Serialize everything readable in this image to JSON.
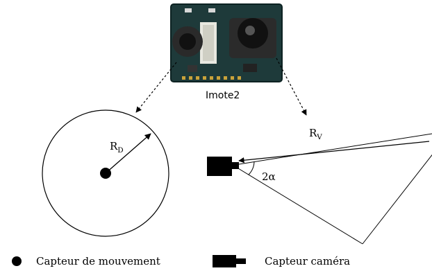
{
  "board": {
    "caption": "Imote2"
  },
  "motion_sensor": {
    "radius_symbol": "R",
    "radius_subscript": "D"
  },
  "camera_sensor": {
    "range_symbol": "R",
    "range_subscript": "V",
    "angle_label": "2α"
  },
  "legend": {
    "motion_label": "Capteur de mouvement",
    "camera_label": "Capteur caméra"
  },
  "colors": {
    "ink": "#000000",
    "pcb": "#1e3a3a"
  }
}
